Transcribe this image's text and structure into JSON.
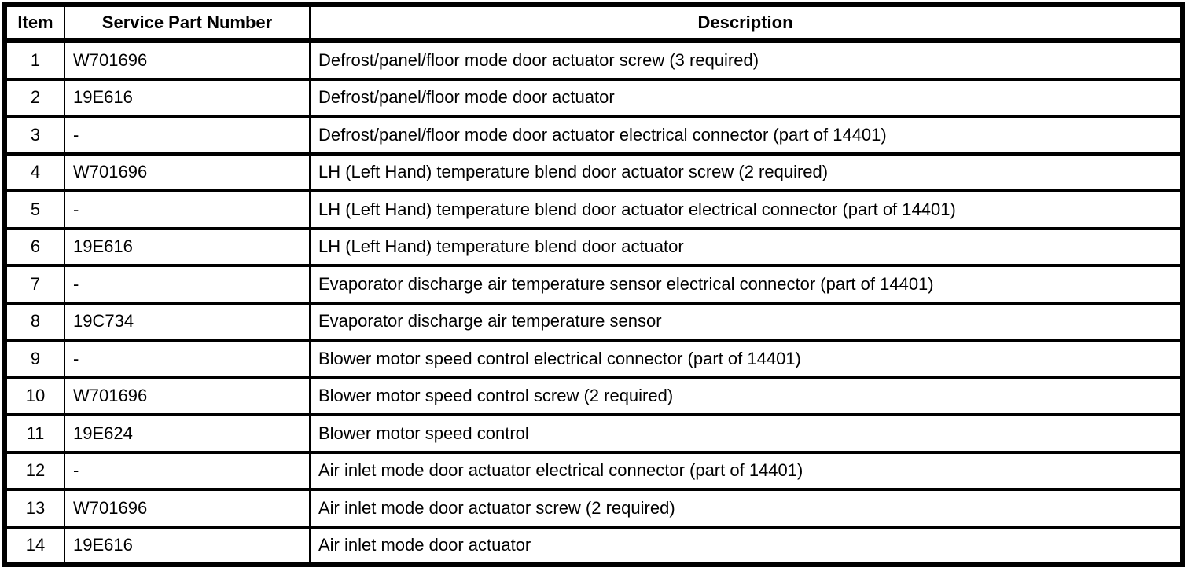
{
  "table": {
    "name": "service-parts-table",
    "colors": {
      "border": "#000000",
      "background": "#ffffff",
      "text": "#000000"
    },
    "columns": {
      "item": "Item",
      "part_number": "Service Part Number",
      "description": "Description"
    },
    "rows": [
      {
        "item": "1",
        "part_number": "W701696",
        "description": "Defrost/panel/floor mode door actuator screw (3 required)"
      },
      {
        "item": "2",
        "part_number": "19E616",
        "description": "Defrost/panel/floor mode door actuator"
      },
      {
        "item": "3",
        "part_number": "-",
        "description": "Defrost/panel/floor mode door actuator electrical connector (part of 14401)"
      },
      {
        "item": "4",
        "part_number": "W701696",
        "description": "LH (Left Hand) temperature blend door actuator screw (2 required)"
      },
      {
        "item": "5",
        "part_number": "-",
        "description": "LH (Left Hand) temperature blend door actuator electrical connector (part of 14401)"
      },
      {
        "item": "6",
        "part_number": "19E616",
        "description": "LH (Left Hand) temperature blend door actuator"
      },
      {
        "item": "7",
        "part_number": "-",
        "description": "Evaporator discharge air temperature sensor electrical connector (part of 14401)"
      },
      {
        "item": "8",
        "part_number": "19C734",
        "description": "Evaporator discharge air temperature sensor"
      },
      {
        "item": "9",
        "part_number": "-",
        "description": "Blower motor speed control electrical connector (part of 14401)"
      },
      {
        "item": "10",
        "part_number": "W701696",
        "description": "Blower motor speed control screw (2 required)"
      },
      {
        "item": "11",
        "part_number": "19E624",
        "description": "Blower motor speed control"
      },
      {
        "item": "12",
        "part_number": "-",
        "description": "Air inlet mode door actuator electrical connector (part of 14401)"
      },
      {
        "item": "13",
        "part_number": "W701696",
        "description": "Air inlet mode door actuator screw (2 required)"
      },
      {
        "item": "14",
        "part_number": "19E616",
        "description": "Air inlet mode door actuator"
      }
    ]
  }
}
